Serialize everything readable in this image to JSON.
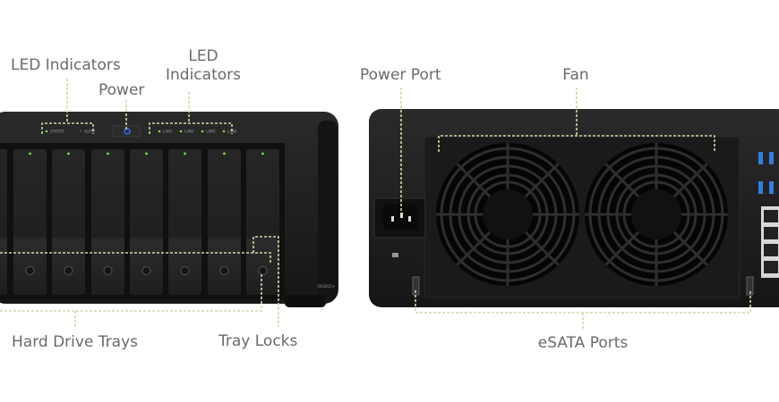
{
  "labels": {
    "led_left": "LED Indicators",
    "power": "Power",
    "led_right_1": "LED",
    "led_right_2": "Indicators",
    "hard_drive_trays": "Hard Drive Trays",
    "tray_locks": "Tray Locks",
    "power_port": "Power Port",
    "fan": "Fan",
    "esata_ports": "eSATA Ports"
  },
  "front_panel": {
    "status_led": "STATUS",
    "alert_led": "ALERT",
    "lan_leds": [
      "LAN1",
      "LAN2",
      "LAN3",
      "LAN4"
    ],
    "model": "DS1815+"
  },
  "colors": {
    "callout_line": "#c9dca8",
    "led_green": "#7ee040",
    "power_blue": "#2f6bff",
    "usb_blue": "#2f7fe0",
    "chassis": "#1c1c1c"
  }
}
